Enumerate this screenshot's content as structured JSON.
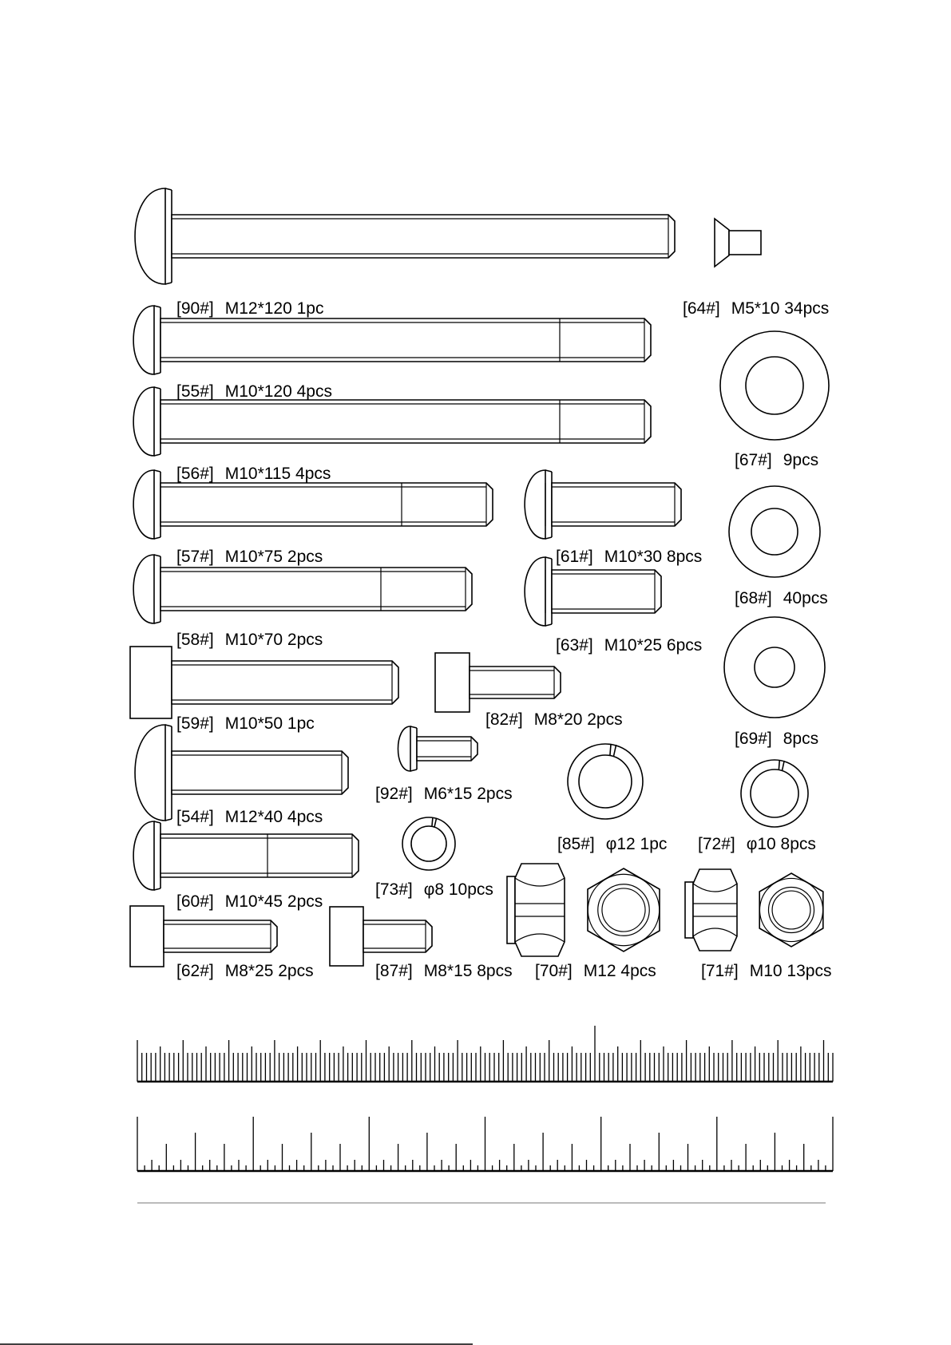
{
  "parts": [
    {
      "id": "90",
      "code": "[90#]",
      "spec": "M12*120 1pc",
      "shape": "round-head-bolt"
    },
    {
      "id": "64",
      "code": "[64#]",
      "spec": "M5*10 34pcs",
      "shape": "countersunk-screw"
    },
    {
      "id": "55",
      "code": "[55#]",
      "spec": "M10*120 4pcs",
      "shape": "round-head-bolt"
    },
    {
      "id": "56",
      "code": "[56#]",
      "spec": "M10*115 4pcs",
      "shape": "round-head-bolt"
    },
    {
      "id": "67",
      "code": "[67#]",
      "spec": "9pcs",
      "shape": "flat-washer"
    },
    {
      "id": "57",
      "code": "[57#]",
      "spec": "M10*75 2pcs",
      "shape": "round-head-bolt"
    },
    {
      "id": "61",
      "code": "[61#]",
      "spec": "M10*30 8pcs",
      "shape": "round-head-bolt"
    },
    {
      "id": "68",
      "code": "[68#]",
      "spec": "40pcs",
      "shape": "flat-washer"
    },
    {
      "id": "58",
      "code": "[58#]",
      "spec": "M10*70 2pcs",
      "shape": "round-head-bolt"
    },
    {
      "id": "63",
      "code": "[63#]",
      "spec": "M10*25 6pcs",
      "shape": "round-head-bolt"
    },
    {
      "id": "59",
      "code": "[59#]",
      "spec": "M10*50 1pc",
      "shape": "socket-head-bolt"
    },
    {
      "id": "82",
      "code": "[82#]",
      "spec": "M8*20 2pcs",
      "shape": "socket-head-bolt"
    },
    {
      "id": "69",
      "code": "[69#]",
      "spec": "8pcs",
      "shape": "flat-washer"
    },
    {
      "id": "54",
      "code": "[54#]",
      "spec": "M12*40 4pcs",
      "shape": "round-head-bolt"
    },
    {
      "id": "92",
      "code": "[92#]",
      "spec": "M6*15 2pcs",
      "shape": "round-head-bolt"
    },
    {
      "id": "85",
      "code": "[85#]",
      "spec": "φ12 1pc",
      "shape": "spring-washer"
    },
    {
      "id": "72",
      "code": "[72#]",
      "spec": "φ10  8pcs",
      "shape": "spring-washer"
    },
    {
      "id": "60",
      "code": "[60#]",
      "spec": "M10*45 2pcs",
      "shape": "round-head-bolt"
    },
    {
      "id": "73",
      "code": "[73#]",
      "spec": "φ8 10pcs",
      "shape": "spring-washer"
    },
    {
      "id": "62",
      "code": "[62#]",
      "spec": "M8*25 2pcs",
      "shape": "socket-head-bolt"
    },
    {
      "id": "87",
      "code": "[87#]",
      "spec": "M8*15 8pcs",
      "shape": "socket-head-bolt"
    },
    {
      "id": "70",
      "code": "[70#]",
      "spec": "M12 4pcs",
      "shape": "nylon-lock-nut"
    },
    {
      "id": "71",
      "code": "[71#]",
      "spec": "M10 13pcs",
      "shape": "nylon-lock-nut"
    }
  ],
  "rulers": [
    {
      "name": "ruler-top",
      "unit": "mm"
    },
    {
      "name": "ruler-bottom",
      "unit": "sixteenth-inch"
    }
  ]
}
